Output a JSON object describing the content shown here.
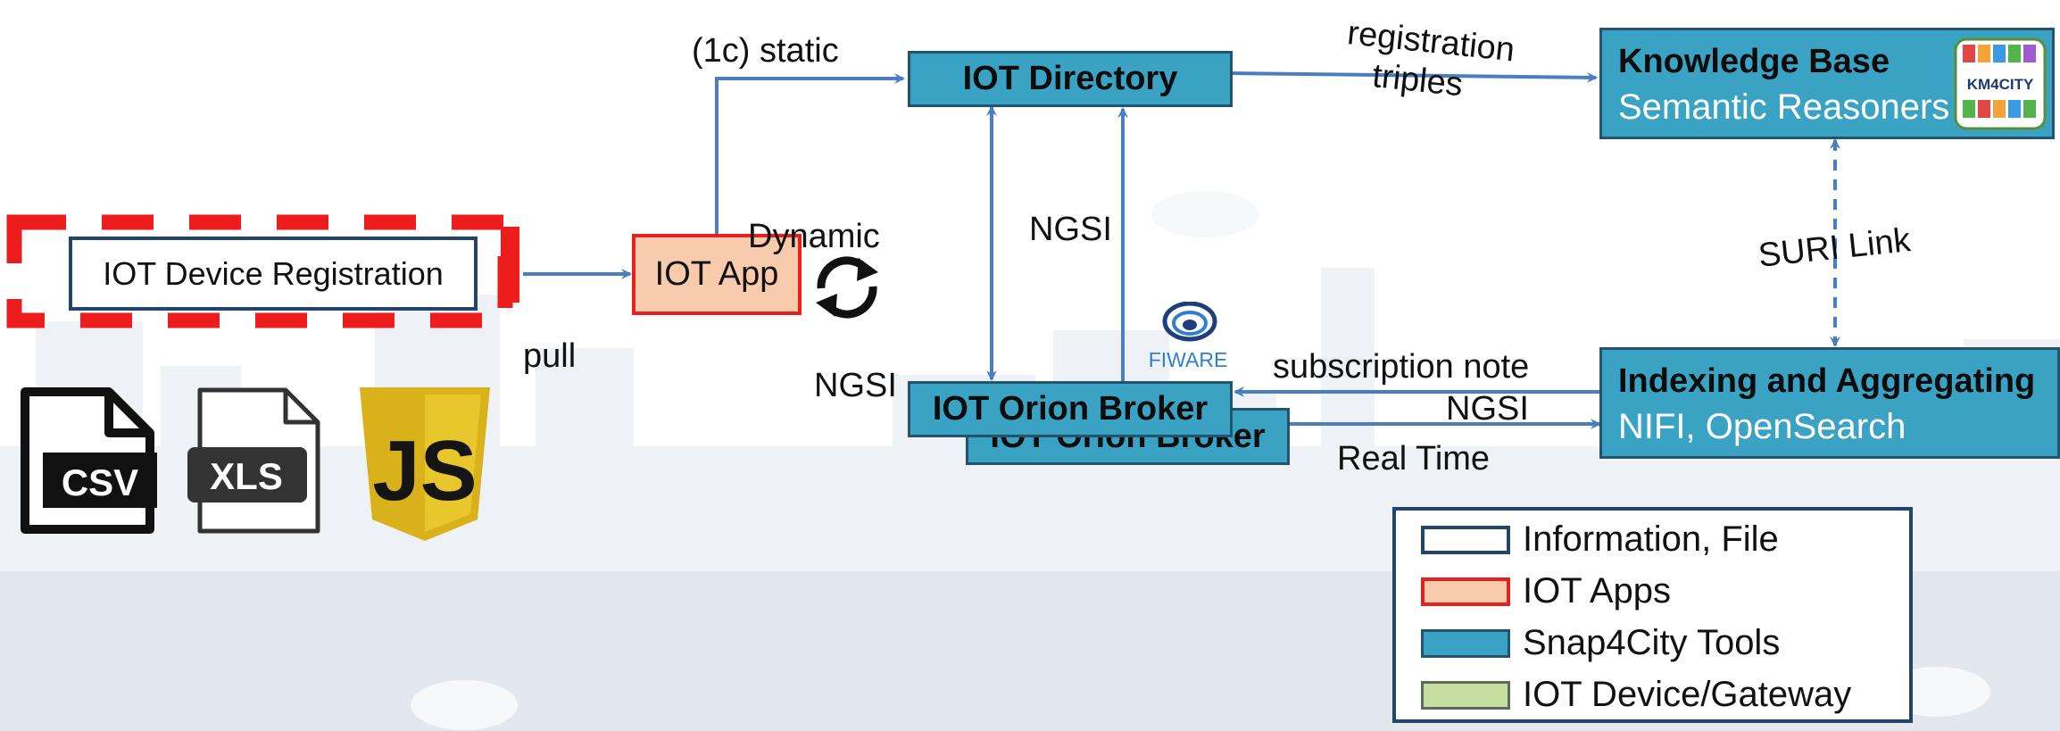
{
  "boxes": {
    "registration": "IOT Device Registration",
    "iot_app": "IOT App",
    "directory": "IOT Directory",
    "orion_broker": "IOT Orion Broker",
    "orion_broker_back": "IOT Orion Broker",
    "kb_title": "Knowledge Base",
    "kb_sub": "Semantic Reasoners",
    "idx_title": "Indexing and Aggregating",
    "idx_sub": "NIFI, OpenSearch"
  },
  "labels": {
    "static": "(1c) static",
    "dynamic": "Dynamic",
    "pull": "pull",
    "ngsi_left": "NGSI",
    "ngsi_mid": "NGSI",
    "ngsi_right": "NGSI",
    "registration": "registration",
    "triples": "triples",
    "suri_link": "SURI Link",
    "subscription": "subscription note",
    "real_time": "Real Time",
    "fiware": "FIWARE",
    "km4city": "KM4CITY"
  },
  "file_icons": [
    {
      "name": "csv-file-icon",
      "label": "CSV"
    },
    {
      "name": "xls-file-icon",
      "label": "XLS"
    },
    {
      "name": "javascript-logo-icon",
      "label": "JS"
    }
  ],
  "legend": [
    {
      "label": "Information, File",
      "fill": "#ffffff",
      "border": "#24456b"
    },
    {
      "label": "IOT Apps",
      "fill": "#f9cbad",
      "border": "#e8201d"
    },
    {
      "label": "Snap4City Tools",
      "fill": "#3aa3c4",
      "border": "#24536e"
    },
    {
      "label": "IOT Device/Gateway",
      "fill": "#c5dd9f",
      "border": "#5f6a56"
    }
  ],
  "colors": {
    "tool_fill": "#3aa3c4",
    "tool_border": "#24536e",
    "app_fill": "#f9cbad",
    "app_border": "#e8201d",
    "arrow": "#4a7ec0",
    "dash_red": "#ee1d1d"
  }
}
